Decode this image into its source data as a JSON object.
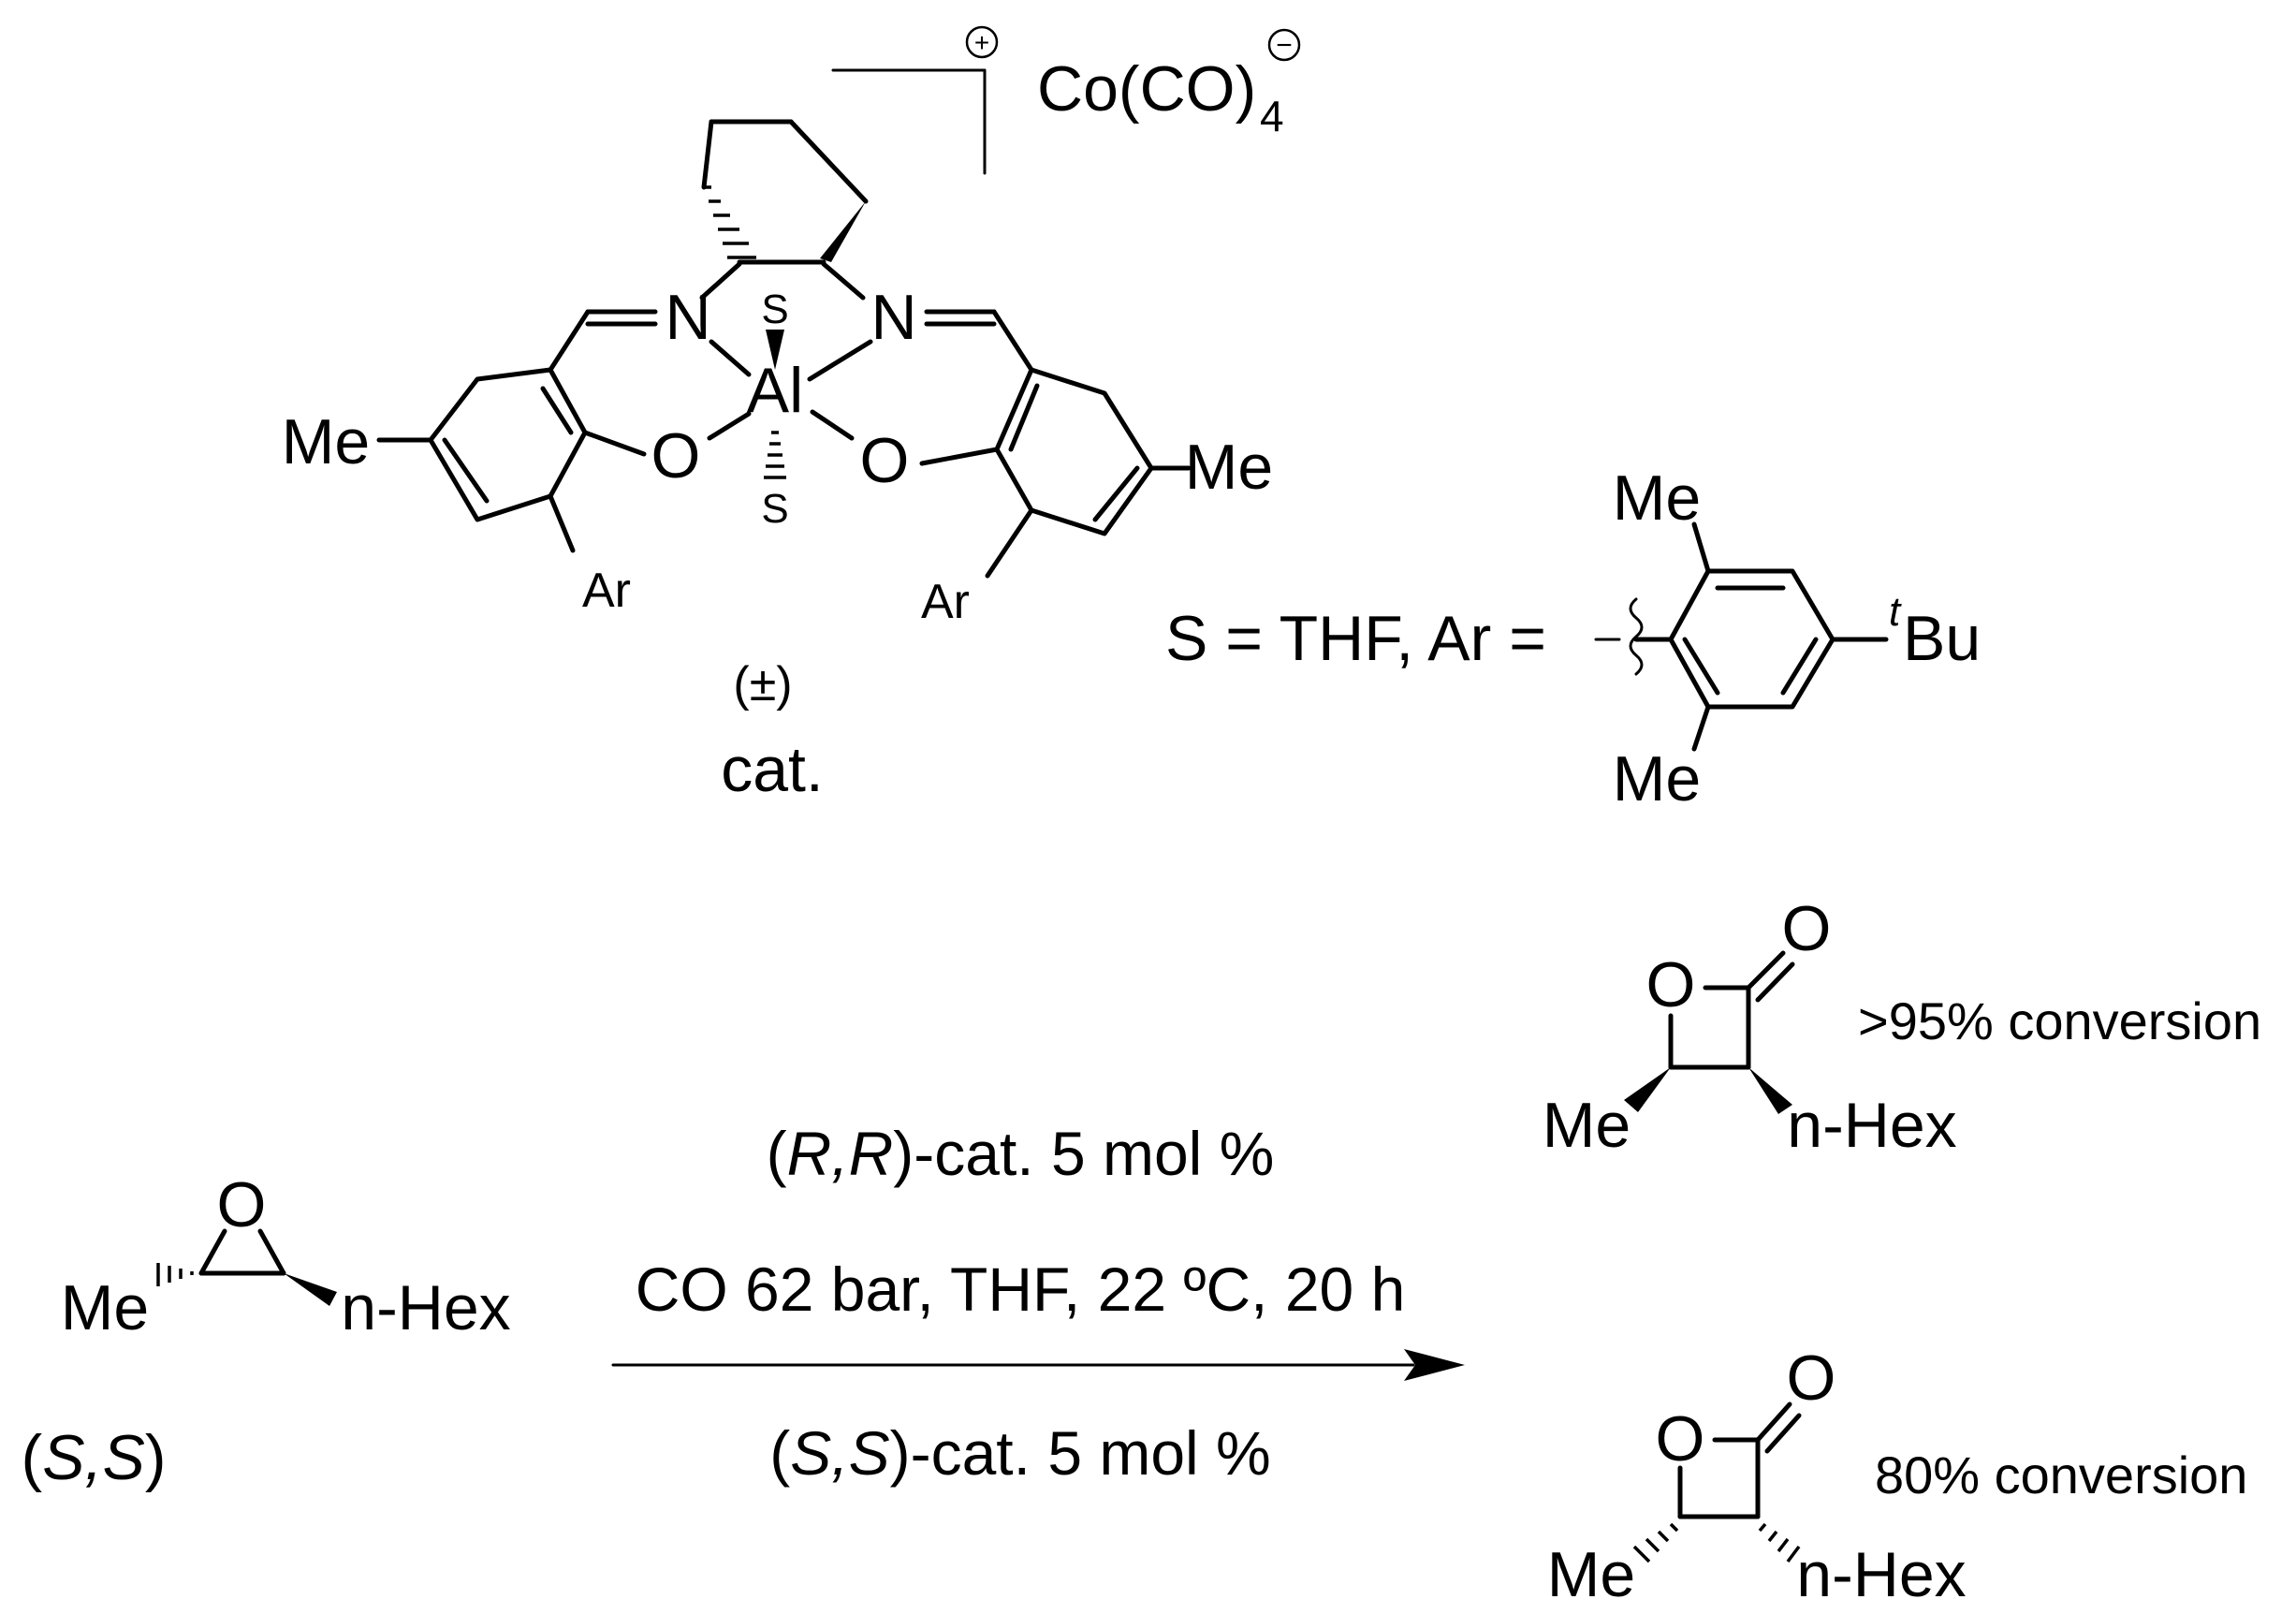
{
  "catalyst": {
    "label_cat": "cat.",
    "racemic": "(±)",
    "counterion": "Co(CO)",
    "counterion_sub": "4",
    "charge_plus": "+",
    "charge_minus": "−",
    "metal": "Al",
    "solvent_top": "S",
    "solvent_bottom": "S",
    "n_left": "N",
    "n_right": "N",
    "o_left": "O",
    "o_right": "O",
    "me_left": "Me",
    "me_right": "Me",
    "ar_left": "Ar",
    "ar_right": "Ar"
  },
  "definitions": {
    "text": "S = THF, Ar =",
    "me_top": "Me",
    "me_bottom": "Me",
    "tbu_sup": "t",
    "tbu": "Bu"
  },
  "reactant": {
    "o": "O",
    "me": "Me",
    "hex": "n-Hex",
    "stereo_open": "(",
    "stereo_s1": "S",
    "stereo_comma": ",",
    "stereo_s2": "S",
    "stereo_close": ")"
  },
  "conditions": {
    "top_open": "(",
    "top_r1": "R",
    "top_comma": ",",
    "top_r2": "R",
    "top_rest": ")-cat. 5 mol %",
    "middle": "CO 62 bar, THF, 22 ºC, 20 h",
    "bottom_open": "(",
    "bottom_s1": "S",
    "bottom_comma": ",",
    "bottom_s2": "S",
    "bottom_rest": ")-cat. 5 mol %"
  },
  "product_top": {
    "o_ring": "O",
    "o_carbonyl": "O",
    "me": "Me",
    "hex": "n-Hex",
    "conversion": ">95% conversion"
  },
  "product_bottom": {
    "o_ring": "O",
    "o_carbonyl": "O",
    "me": "Me",
    "hex": "n-Hex",
    "conversion": "80% conversion"
  }
}
